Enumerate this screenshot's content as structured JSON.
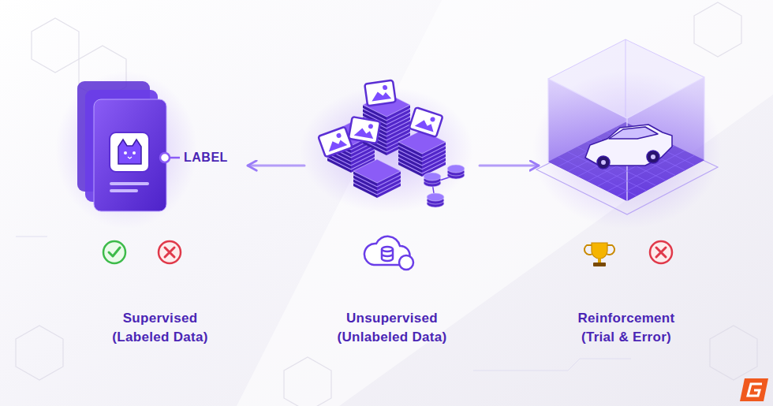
{
  "diagram": {
    "nodes": [
      {
        "text": [
          "Supervised (Labeled Data)"
        ]
      },
      {
        "text": [
          "Unsupervised (Unlabeled Data)"
        ]
      },
      {
        "text": [
          "Reinforcement (Trial & Error)"
        ]
      }
    ],
    "edges": [
      {
        "from": 1,
        "to": 0,
        "arrow": "to"
      },
      {
        "from": 1,
        "to": 2,
        "arrow": "to"
      }
    ],
    "labels": [
      "LABEL"
    ]
  }
}
